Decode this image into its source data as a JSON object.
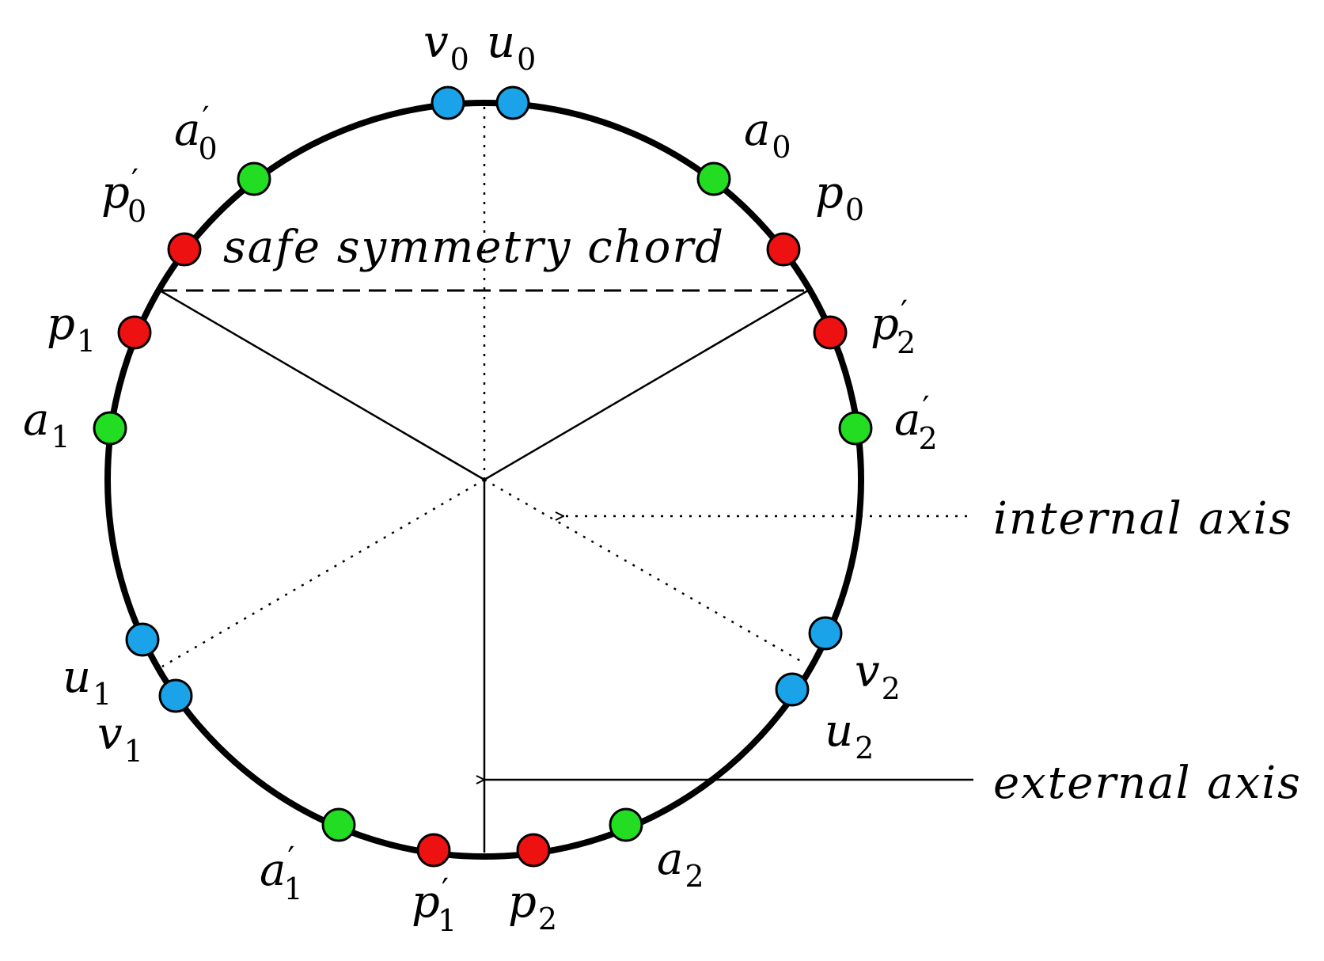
{
  "colors": {
    "outline": "#000000",
    "blue_point": "#1AA3E8",
    "green_point": "#22DD22",
    "red_point": "#EE1111"
  },
  "annotations": {
    "chord": "safe symmetry chord",
    "internal_axis": "internal axis",
    "external_axis": "external axis"
  },
  "points": [
    {
      "id": "v0",
      "base": "v",
      "sub": "0",
      "prime": false,
      "color": "blue"
    },
    {
      "id": "u0",
      "base": "u",
      "sub": "0",
      "prime": false,
      "color": "blue"
    },
    {
      "id": "a0",
      "base": "a",
      "sub": "0",
      "prime": false,
      "color": "green"
    },
    {
      "id": "p0",
      "base": "p",
      "sub": "0",
      "prime": false,
      "color": "red"
    },
    {
      "id": "p2p",
      "base": "p",
      "sub": "2",
      "prime": true,
      "color": "red"
    },
    {
      "id": "a2p",
      "base": "a",
      "sub": "2",
      "prime": true,
      "color": "green"
    },
    {
      "id": "u2b",
      "base": "v",
      "sub": "2",
      "prime": false,
      "color": "blue"
    },
    {
      "id": "u2",
      "base": "u",
      "sub": "2",
      "prime": false,
      "color": "blue"
    },
    {
      "id": "a2",
      "base": "a",
      "sub": "2",
      "prime": false,
      "color": "green"
    },
    {
      "id": "p2",
      "base": "p",
      "sub": "2",
      "prime": false,
      "color": "red"
    },
    {
      "id": "p1p",
      "base": "p",
      "sub": "1",
      "prime": true,
      "color": "red"
    },
    {
      "id": "a1p",
      "base": "a",
      "sub": "1",
      "prime": true,
      "color": "green"
    },
    {
      "id": "v1",
      "base": "v",
      "sub": "1",
      "prime": false,
      "color": "blue"
    },
    {
      "id": "u1",
      "base": "u",
      "sub": "1",
      "prime": false,
      "color": "blue"
    },
    {
      "id": "a1",
      "base": "a",
      "sub": "1",
      "prime": false,
      "color": "green"
    },
    {
      "id": "p1",
      "base": "p",
      "sub": "1",
      "prime": false,
      "color": "red"
    },
    {
      "id": "p0p",
      "base": "p",
      "sub": "0",
      "prime": true,
      "color": "red"
    },
    {
      "id": "a0p",
      "base": "a",
      "sub": "0",
      "prime": true,
      "color": "green"
    }
  ]
}
